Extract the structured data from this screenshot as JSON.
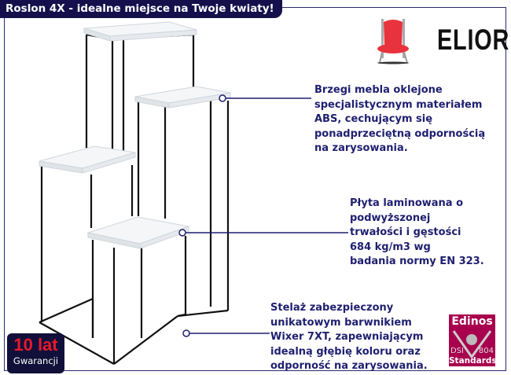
{
  "title": "Roslon 4X - idealne miejsce na Twoje kwiaty!",
  "brand": {
    "name": "ELIOR",
    "icon": "chair-icon",
    "color": "#e8323c"
  },
  "features": [
    {
      "text": "Brzegi mebla oklejone\nspecjalistycznym materiałem\nABS, cechującym się\nponadprzeciętną odpornością\nna zarysowania."
    },
    {
      "text": "Płyta laminowana o\npodwyższonej\ntrwałości i gęstości\n684 kg/m3 wg\nbadania normy EN 323."
    },
    {
      "text": "Stelaż zabezpieczony\nunikatowym barwnikiem\nWixer 7XT, zapewniającym\nidealną głębię koloru oraz\nodporność na zarysowania."
    }
  ],
  "warranty": {
    "years": "10 lat",
    "label": "Gwarancji"
  },
  "certificate": {
    "name": "Edinos",
    "left": "DSI",
    "right": "804",
    "label": "Standards",
    "color": "#a8004e"
  },
  "colors": {
    "frame": "#2a2a6e",
    "title_bg": "#15104c",
    "text": "#1f1f70"
  }
}
